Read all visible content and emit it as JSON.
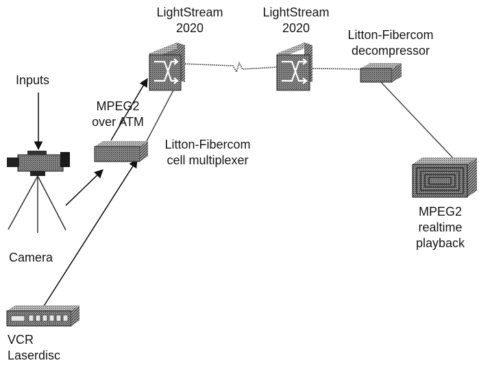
{
  "labels": {
    "switch1_line1": "LightStream",
    "switch1_line2": "2020",
    "switch2_line1": "LightStream",
    "switch2_line2": "2020",
    "decompressor_line1": "Litton-Fibercom",
    "decompressor_line2": "decompressor",
    "inputs": "Inputs",
    "mpeg_atm_line1": "MPEG2",
    "mpeg_atm_line2": "over ATM",
    "multiplexer_line1": "Litton-Fibercom",
    "multiplexer_line2": "cell multiplexer",
    "camera": "Camera",
    "vcr_line1": "VCR",
    "vcr_line2": "Laserdisc",
    "playback_line1": "MPEG2",
    "playback_line2": "realtime",
    "playback_line3": "playback"
  },
  "icons": {
    "switch": "atm-switch-icon",
    "camera": "video-camera-icon",
    "vcr": "vcr-laserdisc-icon",
    "multiplexer": "multiplexer-icon",
    "decompressor": "decompressor-icon",
    "display": "display-icon"
  }
}
